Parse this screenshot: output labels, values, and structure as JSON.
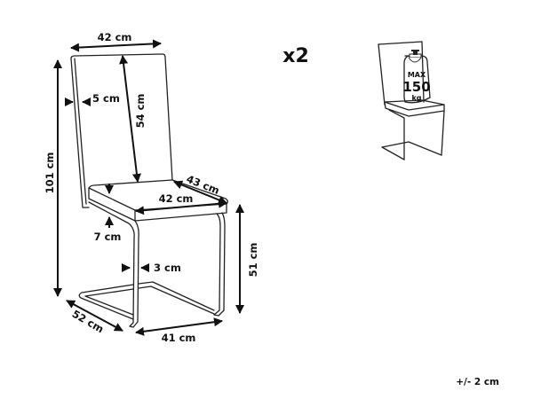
{
  "dimensions": {
    "back_width": "42 cm",
    "total_height": "101 cm",
    "back_thickness": "5 cm",
    "back_height": "54 cm",
    "seat_depth": "43 cm",
    "seat_width": "42 cm",
    "seat_thickness": "7 cm",
    "leg_thickness": "3 cm",
    "seat_height": "51 cm",
    "base_depth": "52 cm",
    "base_width": "41 cm"
  },
  "quantity": "x2",
  "max_load": {
    "label": "MAX",
    "value": "150",
    "unit": "kg"
  },
  "tolerance": "+/- 2 cm"
}
